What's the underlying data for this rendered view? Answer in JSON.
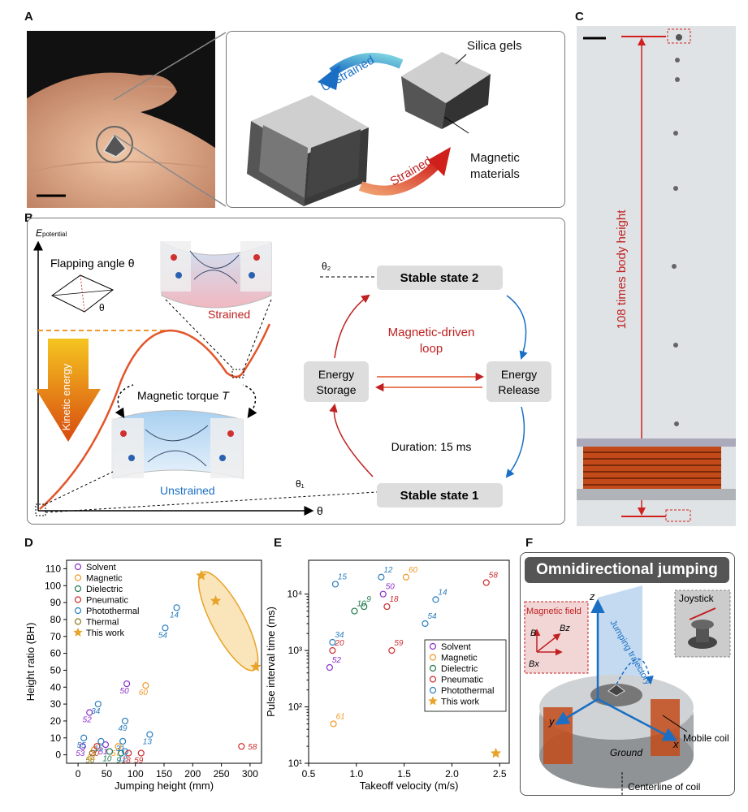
{
  "panels": {
    "a": "A",
    "b": "B",
    "c": "C",
    "d": "D",
    "e": "E",
    "f": "F"
  },
  "panel_a": {
    "silica": "Silica gels",
    "magnetic_line1": "Magnetic",
    "magnetic_line2": "materials",
    "unstrained": "Unstrained",
    "strained": "Strained"
  },
  "panel_b": {
    "epot_main": "E",
    "epot_sub": "potential",
    "flap": "Flapping angle θ",
    "theta_small": "θ",
    "theta": "θ",
    "theta2": "θ₂",
    "theta1": "θ₁",
    "strained": "Strained",
    "unstrained": "Unstrained",
    "kinetic": "Kinetic energy",
    "torque_prefix": "Magnetic torque ",
    "torque_T": "T",
    "stable2": "Stable state 2",
    "stable1": "Stable state 1",
    "storage_l1": "Energy",
    "storage_l2": "Storage",
    "release_l1": "Energy",
    "release_l2": "Release",
    "loop_l1": "Magnetic-driven",
    "loop_l2": "loop",
    "duration": "Duration: 15 ms"
  },
  "panel_c": {
    "height_label": "108 times body height"
  },
  "panel_f": {
    "title": "Omnidirectional jumping",
    "joystick": "Joystick",
    "field": "Magnetic field",
    "traj": "Jumping trajectory",
    "B": "B",
    "Bz": "Bz",
    "Bx": "Bx",
    "z": "z",
    "x": "x",
    "y": "y",
    "ground": "Ground",
    "coil": "Mobile coil",
    "center": "Centerline of coil"
  },
  "colors": {
    "Solvent": "#8b2fc9",
    "Magnetic": "#f0982a",
    "Dielectric": "#1f7a4d",
    "Pneumatic": "#cc2b2b",
    "Photothermal": "#2b7fc0",
    "Thermal": "#8a7a1a",
    "This work": "#e8a32a"
  },
  "chart_data": [
    {
      "type": "scatter",
      "xlabel": "Jumping height (mm)",
      "ylabel": "Height ratio (BH)",
      "xlim": [
        -20,
        320
      ],
      "ylim": [
        -5,
        115
      ],
      "xticks": [
        0,
        50,
        100,
        150,
        200,
        250,
        300
      ],
      "yticks": [
        0,
        10,
        20,
        30,
        40,
        50,
        60,
        70,
        80,
        90,
        100,
        110
      ],
      "legend": [
        "Solvent",
        "Magnetic",
        "Dielectric",
        "Pneumatic",
        "Photothermal",
        "Thermal",
        "This work"
      ],
      "points": [
        {
          "x": 85,
          "y": 42,
          "s": "Solvent",
          "l": "50"
        },
        {
          "x": 20,
          "y": 25,
          "s": "Solvent",
          "l": "52"
        },
        {
          "x": 48,
          "y": 6,
          "s": "Solvent",
          "l": "51"
        },
        {
          "x": 8,
          "y": 5,
          "s": "Solvent",
          "l": "53"
        },
        {
          "x": 118,
          "y": 41,
          "s": "Magnetic",
          "l": "60"
        },
        {
          "x": 28,
          "y": 3,
          "s": "Magnetic",
          "l": "61"
        },
        {
          "x": 70,
          "y": 5,
          "s": "Magnetic",
          "l": "57"
        },
        {
          "x": 55,
          "y": 2,
          "s": "Dielectric",
          "l": "10"
        },
        {
          "x": 75,
          "y": 1,
          "s": "Dielectric",
          "l": "9"
        },
        {
          "x": 285,
          "y": 5,
          "s": "Pneumatic",
          "l": "58"
        },
        {
          "x": 33,
          "y": 5,
          "s": "Pneumatic",
          "l": "20"
        },
        {
          "x": 88,
          "y": 1,
          "s": "Pneumatic",
          "l": "18"
        },
        {
          "x": 110,
          "y": 1,
          "s": "Pneumatic",
          "l": "59"
        },
        {
          "x": 172,
          "y": 87,
          "s": "Photothermal",
          "l": "14"
        },
        {
          "x": 152,
          "y": 75,
          "s": "Photothermal",
          "l": "54"
        },
        {
          "x": 35,
          "y": 30,
          "s": "Photothermal",
          "l": "34"
        },
        {
          "x": 82,
          "y": 20,
          "s": "Photothermal",
          "l": "49"
        },
        {
          "x": 10,
          "y": 10,
          "s": "Photothermal",
          "l": "55"
        },
        {
          "x": 40,
          "y": 8,
          "s": "Photothermal",
          "l": "15"
        },
        {
          "x": 78,
          "y": 8,
          "s": "Photothermal",
          "l": "31"
        },
        {
          "x": 125,
          "y": 12,
          "s": "Photothermal",
          "l": "13"
        },
        {
          "x": 82,
          "y": 2,
          "s": "Photothermal",
          "l": "12"
        },
        {
          "x": 25,
          "y": 1,
          "s": "Thermal",
          "l": "56"
        }
      ],
      "this_work": [
        {
          "x": 215,
          "y": 106
        },
        {
          "x": 240,
          "y": 91
        },
        {
          "x": 310,
          "y": 52
        }
      ]
    },
    {
      "type": "scatter",
      "xlabel": "Takeoff velocity (m/s)",
      "ylabel": "Pulse interval time (ms)",
      "xscale": "log-y",
      "xlim": [
        0.5,
        2.6
      ],
      "ylog_range": [
        1,
        4.6
      ],
      "xticks": [
        0.5,
        1.0,
        1.5,
        2.0,
        2.5
      ],
      "ytick_labels": [
        "10¹",
        "10²",
        "10³",
        "10⁴"
      ],
      "legend": [
        "Solvent",
        "Magnetic",
        "Dielectric",
        "Pneumatic",
        "Photothermal",
        "This work"
      ],
      "points": [
        {
          "x": 1.28,
          "y": 10000,
          "s": "Solvent",
          "l": "50"
        },
        {
          "x": 0.72,
          "y": 500,
          "s": "Solvent",
          "l": "52"
        },
        {
          "x": 1.52,
          "y": 20000,
          "s": "Magnetic",
          "l": "60"
        },
        {
          "x": 0.76,
          "y": 50,
          "s": "Magnetic",
          "l": "61"
        },
        {
          "x": 0.98,
          "y": 5000,
          "s": "Dielectric",
          "l": "10"
        },
        {
          "x": 1.08,
          "y": 6000,
          "s": "Dielectric",
          "l": "9"
        },
        {
          "x": 2.36,
          "y": 16000,
          "s": "Pneumatic",
          "l": "58"
        },
        {
          "x": 1.32,
          "y": 6000,
          "s": "Pneumatic",
          "l": "18"
        },
        {
          "x": 0.75,
          "y": 1000,
          "s": "Pneumatic",
          "l": "20"
        },
        {
          "x": 1.37,
          "y": 1000,
          "s": "Pneumatic",
          "l": "59"
        },
        {
          "x": 0.78,
          "y": 15000,
          "s": "Photothermal",
          "l": "15"
        },
        {
          "x": 1.26,
          "y": 20000,
          "s": "Photothermal",
          "l": "12"
        },
        {
          "x": 1.83,
          "y": 8000,
          "s": "Photothermal",
          "l": "14"
        },
        {
          "x": 1.72,
          "y": 3000,
          "s": "Photothermal",
          "l": "54"
        },
        {
          "x": 0.75,
          "y": 1400,
          "s": "Photothermal",
          "l": "34"
        }
      ],
      "this_work": [
        {
          "x": 2.46,
          "y": 15
        }
      ]
    }
  ]
}
